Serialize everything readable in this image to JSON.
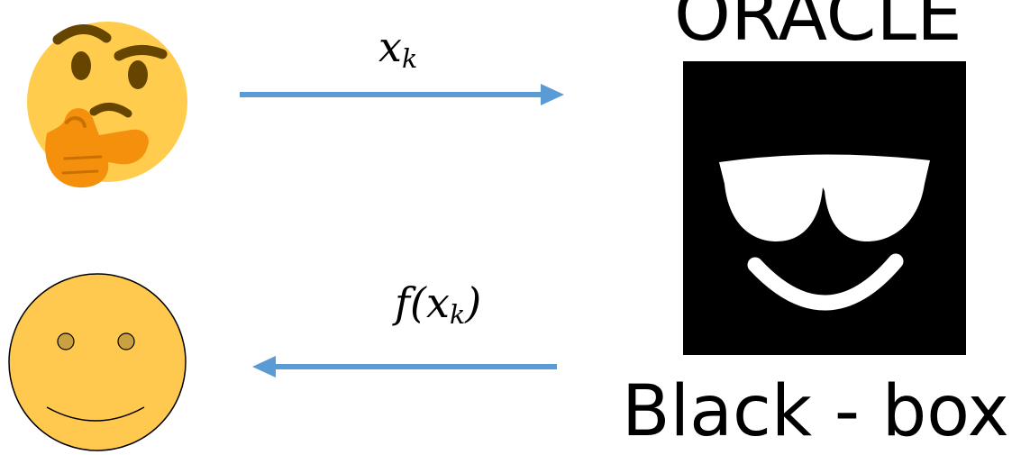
{
  "query": {
    "var": "x",
    "sub": "k"
  },
  "response": {
    "prefix": "f(",
    "var": "x",
    "sub": "k",
    "suffix": ")"
  },
  "oracle": {
    "title": "ORACLE",
    "label": "Black - box"
  },
  "colors": {
    "arrow": "#5b9bd5",
    "thinking_face": "#ffcc4d",
    "thinking_hand": "#f4900c",
    "thinking_features": "#664500",
    "smiley_face": "#ffc94f",
    "smiley_eyes": "#c9a23f",
    "oracle_box": "#000000",
    "oracle_features": "#ffffff"
  },
  "icons": {
    "user_asking": "thinking-face-icon",
    "user_receiving": "smiley-face-icon",
    "oracle": "cool-sunglasses-face-icon"
  }
}
